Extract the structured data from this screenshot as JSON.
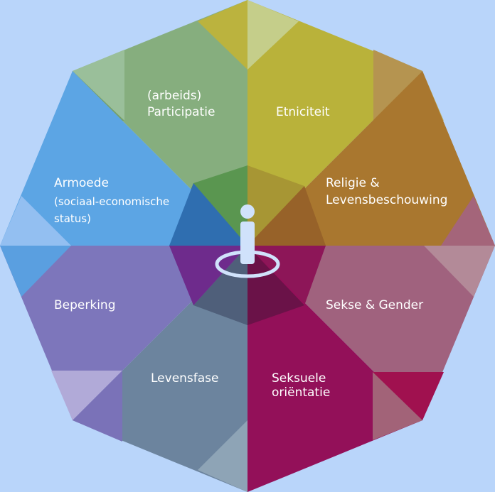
{
  "diagram": {
    "segments": [
      {
        "id": "participatie",
        "lines": [
          "(arbeids)",
          "Participatie"
        ],
        "color": "#86ae7e"
      },
      {
        "id": "etniciteit",
        "lines": [
          "Etniciteit"
        ],
        "color": "#b9b23a"
      },
      {
        "id": "religie",
        "lines": [
          "Religie &",
          "Levensbeschouwing"
        ],
        "color": "#a9772f"
      },
      {
        "id": "sekse",
        "lines": [
          "Sekse & Gender"
        ],
        "color": "#a0627e"
      },
      {
        "id": "seksuele",
        "lines": [
          "Seksuele",
          "oriëntatie"
        ],
        "color": "#931059"
      },
      {
        "id": "levensfase",
        "lines": [
          "Levensfase"
        ],
        "color": "#6c849e"
      },
      {
        "id": "beperking",
        "lines": [
          "Beperking"
        ],
        "color": "#7d76bb"
      },
      {
        "id": "armoede",
        "lines": [
          "Armoede"
        ],
        "sublines": [
          "(sociaal-economische",
          "status)"
        ],
        "color": "#5ca5e4"
      }
    ]
  }
}
